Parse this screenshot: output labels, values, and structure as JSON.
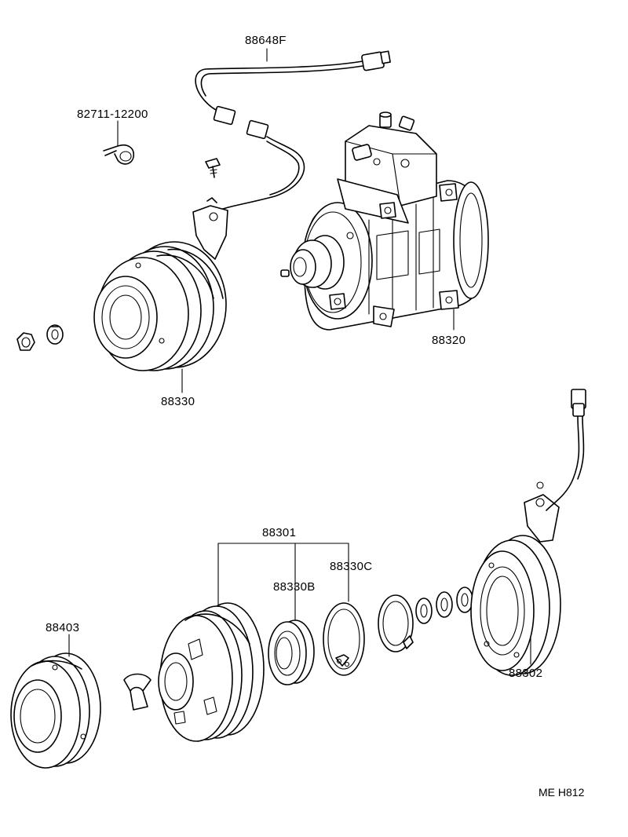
{
  "parts": {
    "harness": "88648F",
    "clamp": "82711-12200",
    "compressor": "88320",
    "clutch_assembly": "88330",
    "clutch_kit": "88301",
    "bearing": "88330B",
    "snap_ring": "88330C",
    "pressure_plate": "88403",
    "stator_coil": "88302"
  },
  "diagram_ref": "ME H812"
}
